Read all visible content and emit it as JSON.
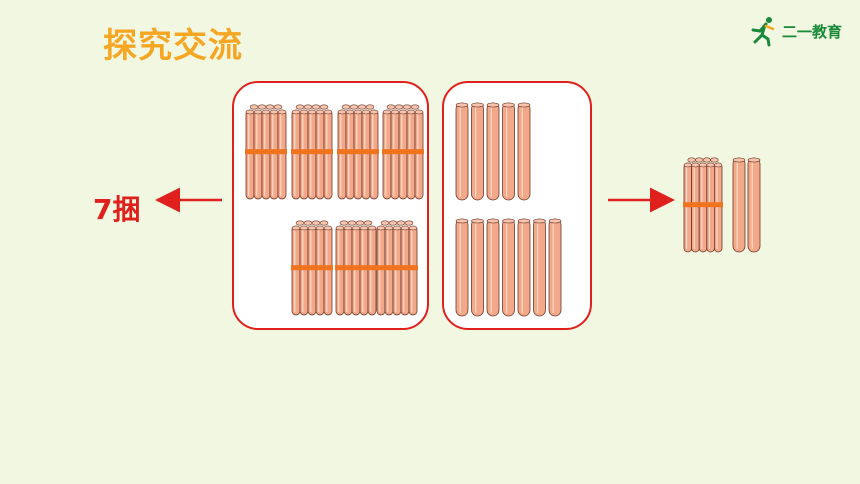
{
  "title": "探究交流",
  "logo": {
    "text": "二一教育",
    "icon": "runner-logo-icon"
  },
  "left_label": "7捆",
  "colors": {
    "background": "#f1f7e0",
    "title": "#f5a623",
    "accent_red": "#e0201c",
    "stick_fill": "#f4a88a",
    "stick_stroke": "#6a3a2a",
    "band": "#f0731e",
    "logo_green": "#1a8a3a"
  },
  "groups": {
    "bundles_count": 7,
    "loose_sticks_top": 5,
    "loose_sticks_bottom": 7,
    "result_bundles": 1,
    "result_sticks": 2
  }
}
